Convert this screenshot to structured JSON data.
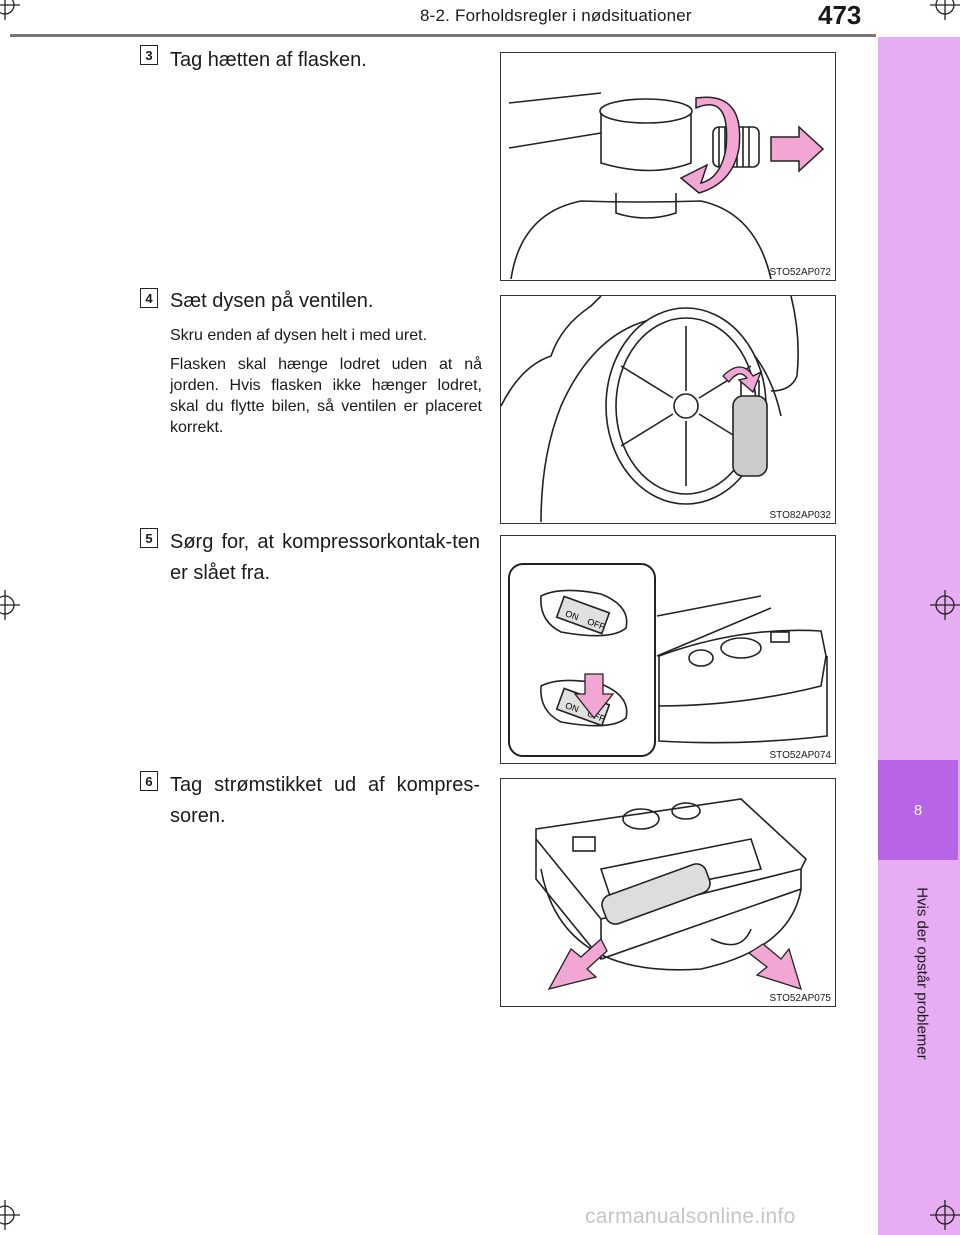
{
  "header": {
    "section": "8-2. Forholdsregler i nødsituationer",
    "page_number": "473"
  },
  "sidebar": {
    "chapter_number": "8",
    "chapter_title": "Hvis der opstår problemer"
  },
  "steps": [
    {
      "number": "3",
      "text": "Tag hætten af flasken.",
      "notes": [],
      "figure_code": "STO52AP072"
    },
    {
      "number": "4",
      "text": "Sæt dysen på ventilen.",
      "notes": [
        "Skru enden af dysen helt i med uret.",
        "Flasken skal hænge lodret uden at nå jorden. Hvis flasken ikke hænger lodret, skal du flytte bilen, så ventilen er placeret korrekt."
      ],
      "figure_code": "STO82AP032"
    },
    {
      "number": "5",
      "text": "Sørg for, at kompressorkontak-ten er slået fra.",
      "notes": [],
      "figure_code": "STO52AP074",
      "switch_on": "ON",
      "switch_off": "OFF"
    },
    {
      "number": "6",
      "text": "Tag strømstikket ud af kompres-soren.",
      "notes": [],
      "figure_code": "STO52AP075"
    }
  ],
  "watermark": "carmanualsonline.info",
  "colors": {
    "arrow_pink": "#f2a6d3",
    "sidebar": "#e7adf2",
    "sidebar_tab": "#b764e6"
  }
}
